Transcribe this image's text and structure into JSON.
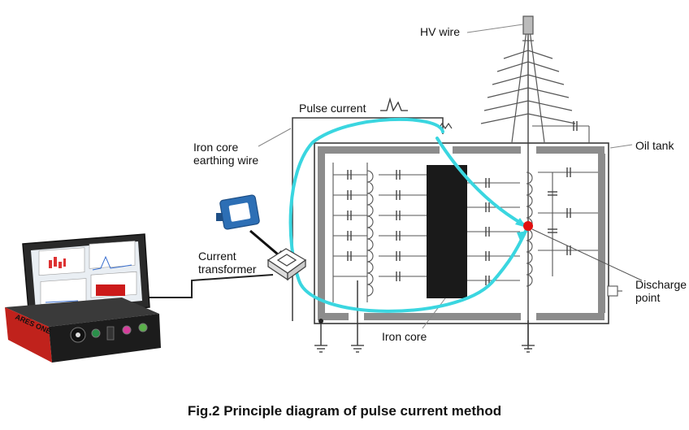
{
  "labels": {
    "hv_wire": "HV wire",
    "pulse_current": "Pulse current",
    "iron_core_earthing_wire_1": "Iron core",
    "iron_core_earthing_wire_2": "earthing wire",
    "oil_tank": "Oil tank",
    "current_transformer_1": "Current",
    "current_transformer_2": "transformer",
    "discharge_point_1": "Discharge",
    "discharge_point_2": "point",
    "iron_core": "Iron core"
  },
  "device": {
    "brand": "ARES ONE"
  },
  "caption": "Fig.2  Principle diagram of pulse current method",
  "colors": {
    "pulse_path": "#3ad6e0",
    "discharge_point": "#e01010",
    "wire": "#3a3a3a",
    "tank_wall": "#8c8c8c",
    "iron_core": "#1a1a1a",
    "ct_clamp": "#2d6fb5",
    "device_body": "#c0221c"
  },
  "icons": [
    "hv-bushing-icon",
    "current-transformer-clamp-icon",
    "ground-symbol-icon",
    "capacitor-icon",
    "winding-coil-icon",
    "pd-detector-device-icon"
  ]
}
